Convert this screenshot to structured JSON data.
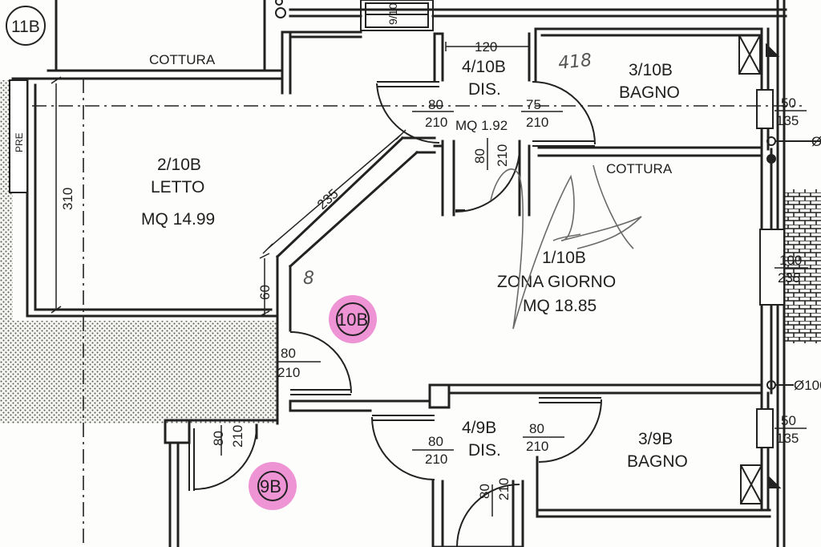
{
  "rooms": {
    "letto": {
      "code": "2/10B",
      "name": "LETTO",
      "area": "MQ 14.99"
    },
    "dis_10b": {
      "code": "4/10B",
      "name": "DIS.",
      "area": "MQ 1.92"
    },
    "bagno_10b": {
      "code": "3/10B",
      "name": "BAGNO"
    },
    "zona_giorno": {
      "code": "1/10B",
      "name": "ZONA GIORNO",
      "area": "MQ 18.85"
    },
    "dis_9b": {
      "code": "4/9B",
      "name": "DIS."
    },
    "bagno_9b": {
      "code": "3/9B",
      "name": "BAGNO"
    }
  },
  "labels": {
    "cottura_top": "COTTURA",
    "cottura_right": "COTTURA",
    "unit_11b": "11B",
    "vent_label": "PRE"
  },
  "dimensions": {
    "d120": "120",
    "d310": "310",
    "d235": "235",
    "d60": "60",
    "door_dis10_w": "80",
    "door_dis10_h": "210",
    "door_bagno10_w": "75",
    "door_bagno10_h": "210",
    "door_zona_w": "80",
    "door_zona_h": "210",
    "win_bagno10_w": "50",
    "win_bagno10_h": "135",
    "win_zona_w": "100",
    "win_zona_h": "235",
    "door_entry10_w": "80",
    "door_entry10_h": "210",
    "door_entry9_w": "80",
    "door_entry9_h": "210",
    "door_dis9_w": "80",
    "door_dis9_h": "210",
    "door_bagno9_w": "80",
    "door_bagno9_h": "210",
    "door_dis9_bottom_w": "80",
    "door_dis9_bottom_h": "210",
    "win_bagno9_w": "50",
    "win_bagno9_h": "135",
    "pipe_top": "Ø",
    "pipe_bottom": "Ø100"
  },
  "markers": {
    "highlight_10b": "10B",
    "highlight_9b": "9B",
    "highlight_color": "#e23cb4"
  },
  "handwriting": {
    "note_bagno": "418",
    "note_zona": "8"
  }
}
